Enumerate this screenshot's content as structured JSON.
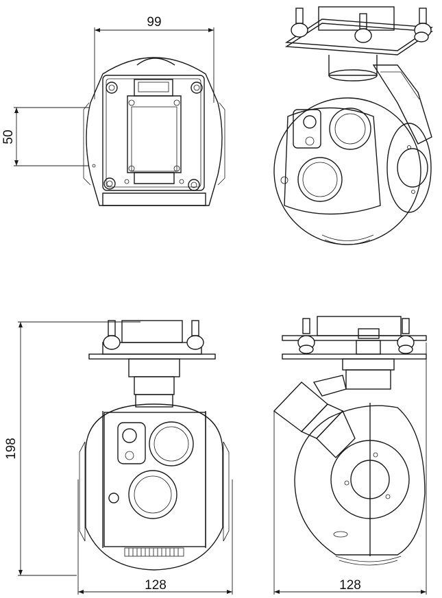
{
  "dimensions": {
    "top_view_width": "99",
    "top_view_depth": "50",
    "front_view_height": "198",
    "front_view_width": "128",
    "side_view_width": "128"
  }
}
